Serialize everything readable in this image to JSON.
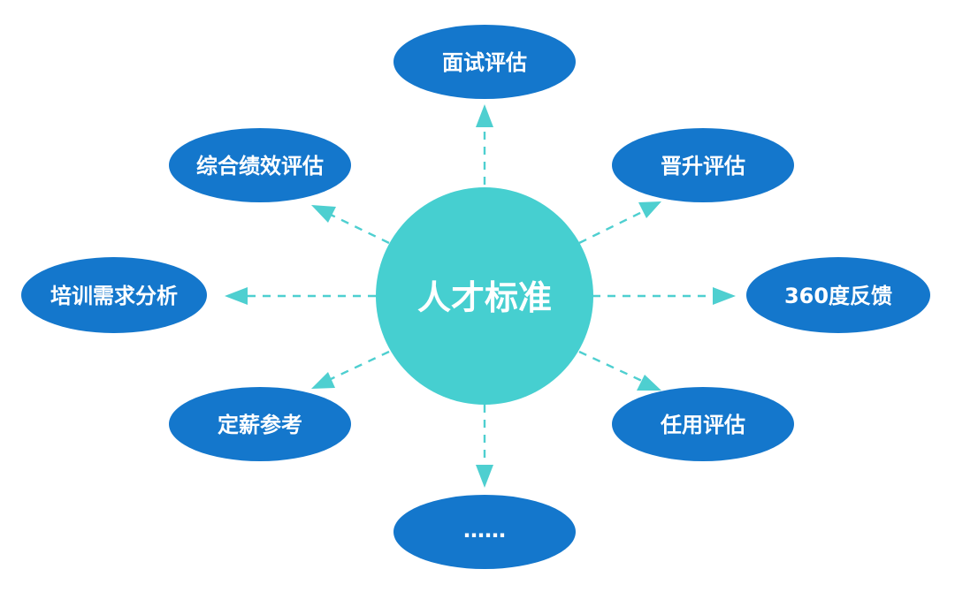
{
  "center": {
    "label": "人才标准"
  },
  "nodes": [
    {
      "id": "interview",
      "label": "面试评估"
    },
    {
      "id": "promotion",
      "label": "晋升评估"
    },
    {
      "id": "feedback360",
      "label": "360度反馈"
    },
    {
      "id": "appointment",
      "label": "任用评估"
    },
    {
      "id": "more",
      "label": "……"
    },
    {
      "id": "salary",
      "label": "定薪参考"
    },
    {
      "id": "training",
      "label": "培训需求分析"
    },
    {
      "id": "performance",
      "label": "综合绩效评估"
    }
  ],
  "colors": {
    "center_fill": "#46CFD0",
    "node_fill": "#1477CC",
    "connector": "#4ECFD0",
    "text": "#FFFFFF"
  }
}
